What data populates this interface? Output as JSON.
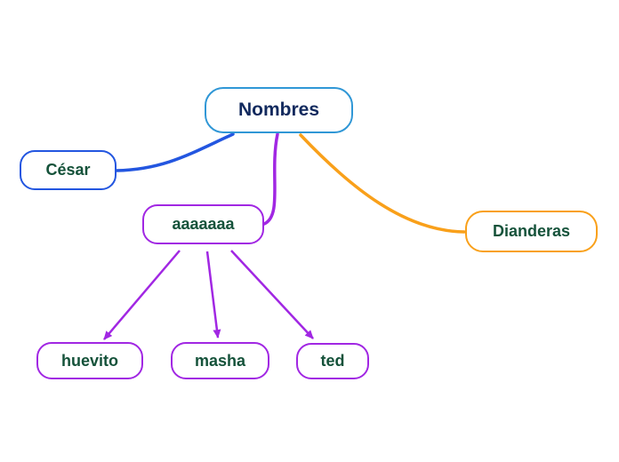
{
  "palette": {
    "background": "#ffffff",
    "node_fill": "#ffffff",
    "root_blue": "#3097d6",
    "branch_blue": "#2356e0",
    "branch_purple": "#a127e3",
    "branch_orange": "#f9a01a",
    "text_navy": "#122a5e",
    "text_green": "#15523a"
  },
  "nodes": {
    "nombres": {
      "label": "Nombres",
      "border_color": "#3097d6",
      "text_color": "#122a5e"
    },
    "cesar": {
      "label": "César",
      "border_color": "#2356e0",
      "text_color": "#15523a"
    },
    "aaaaaaa": {
      "label": "aaaaaaa",
      "border_color": "#a127e3",
      "text_color": "#15523a"
    },
    "dianderas": {
      "label": "Dianderas",
      "border_color": "#f9a01a",
      "text_color": "#15523a"
    },
    "huevito": {
      "label": "huevito",
      "border_color": "#a127e3",
      "text_color": "#15523a"
    },
    "masha": {
      "label": "masha",
      "border_color": "#a127e3",
      "text_color": "#15523a"
    },
    "ted": {
      "label": "ted",
      "border_color": "#a127e3",
      "text_color": "#15523a"
    }
  },
  "connectors": {
    "nombres_cesar": {
      "from": "Nombres",
      "to": "César",
      "color": "#2356e0",
      "arrow": false
    },
    "nombres_aaaaaaa": {
      "from": "Nombres",
      "to": "aaaaaaa",
      "color": "#a127e3",
      "arrow": false
    },
    "nombres_dianderas": {
      "from": "Nombres",
      "to": "Dianderas",
      "color": "#f9a01a",
      "arrow": false
    },
    "aaaaaaa_huevito": {
      "from": "aaaaaaa",
      "to": "huevito",
      "color": "#a127e3",
      "arrow": true
    },
    "aaaaaaa_masha": {
      "from": "aaaaaaa",
      "to": "masha",
      "color": "#a127e3",
      "arrow": true
    },
    "aaaaaaa_ted": {
      "from": "aaaaaaa",
      "to": "ted",
      "color": "#a127e3",
      "arrow": true
    }
  }
}
